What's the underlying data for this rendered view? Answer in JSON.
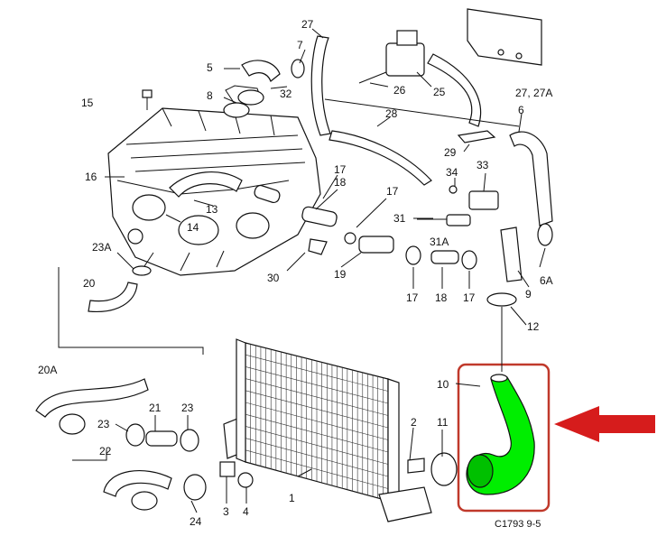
{
  "diagram": {
    "caption": "C1793 9-5",
    "highlight_color": "#00ee00",
    "frame_color": "#c0392b",
    "arrow_color": "#d61c1c",
    "labels": {
      "l1": "1",
      "l2": "2",
      "l3": "3",
      "l4": "4",
      "l5": "5",
      "l6": "6",
      "l6a": "6A",
      "l7": "7",
      "l8": "8",
      "l9": "9",
      "l10": "10",
      "l11": "11",
      "l12": "12",
      "l13": "13",
      "l14": "14",
      "l15": "15",
      "l16": "16",
      "l17a": "17",
      "l17b": "17",
      "l17c": "17",
      "l17d": "17",
      "l18a": "18",
      "l18b": "18",
      "l19": "19",
      "l20": "20",
      "l20a": "20A",
      "l21": "21",
      "l22": "22",
      "l23a": "23",
      "l23b": "23",
      "l23c": "23A",
      "l24": "24",
      "l25": "25",
      "l26": "26",
      "l27": "27",
      "l27b": "27, 27A",
      "l28": "28",
      "l29": "29",
      "l30": "30",
      "l31": "31",
      "l31a": "31A",
      "l32": "32",
      "l33": "33",
      "l34": "34"
    }
  }
}
